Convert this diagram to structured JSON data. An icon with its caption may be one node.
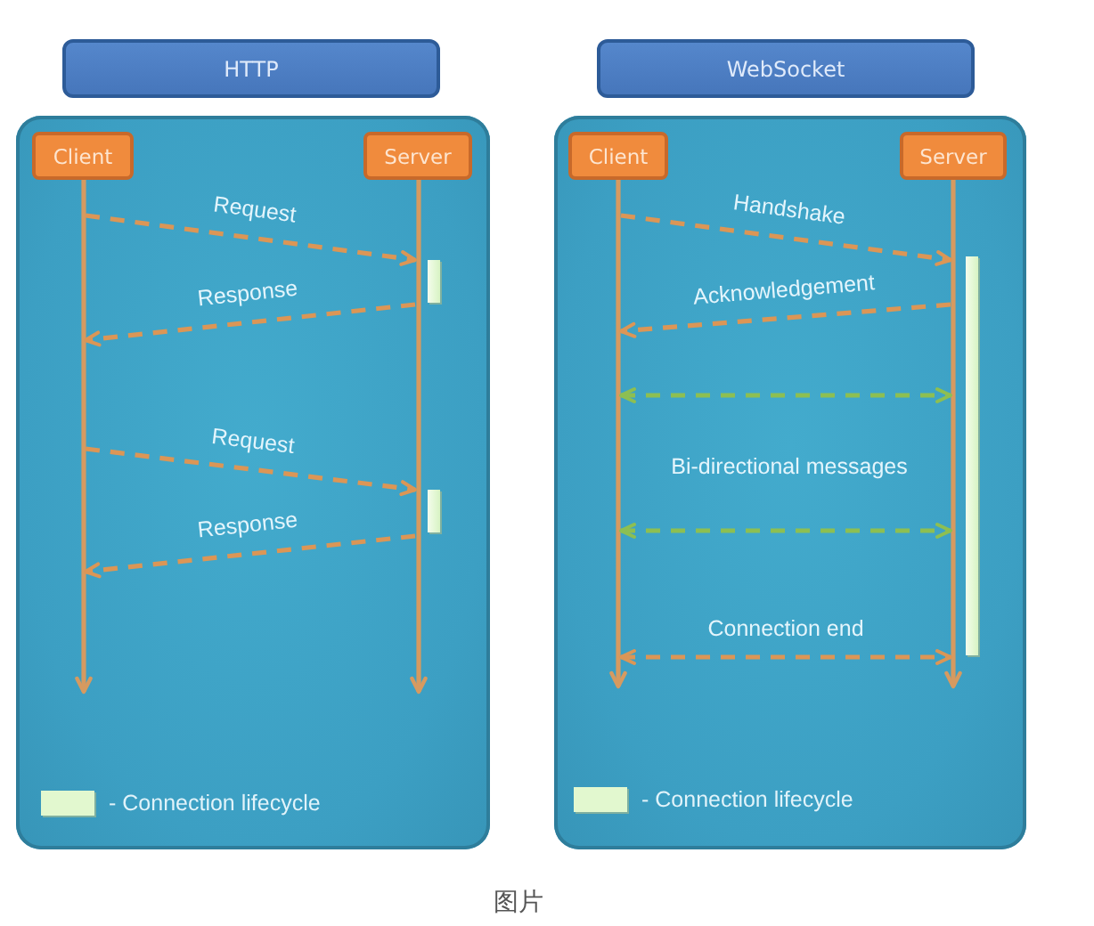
{
  "diagram": {
    "caption": "图片",
    "nodes": [
      {
        "text": [
          "HTTP"
        ]
      },
      {
        "text": [],
        "shape": "box"
      },
      {
        "text": [
          "Client"
        ],
        "in": 1
      },
      {
        "text": [
          "Server"
        ],
        "in": 1
      },
      {
        "text": [],
        "shape": "line",
        "in": 1
      },
      {
        "text": [],
        "shape": "line",
        "in": 1
      },
      {
        "text": [],
        "shape": "bar",
        "in": 1
      },
      {
        "text": [],
        "shape": "bar",
        "in": 1
      },
      {
        "text": [
          "WebSocket"
        ]
      },
      {
        "text": [],
        "shape": "box"
      },
      {
        "text": [
          "Client"
        ],
        "in": 9
      },
      {
        "text": [
          "Server"
        ],
        "in": 9
      },
      {
        "text": [],
        "shape": "line",
        "in": 9
      },
      {
        "text": [],
        "shape": "line",
        "in": 9
      },
      {
        "text": [],
        "shape": "bar",
        "in": 9
      }
    ],
    "edges": [
      {
        "from": 4,
        "to": 5,
        "label": "Request",
        "arrow": "to",
        "style": "dashed"
      },
      {
        "from": 5,
        "to": 4,
        "label": "Response",
        "arrow": "to",
        "style": "dashed"
      },
      {
        "from": 4,
        "to": 5,
        "label": "Request",
        "arrow": "to",
        "style": "dashed"
      },
      {
        "from": 5,
        "to": 4,
        "label": "Response",
        "arrow": "to",
        "style": "dashed"
      },
      {
        "from": 12,
        "to": 13,
        "label": "Handshake",
        "arrow": "to",
        "style": "dashed"
      },
      {
        "from": 13,
        "to": 12,
        "label": "Acknowledgement",
        "arrow": "to",
        "style": "dashed"
      },
      {
        "from": 12,
        "to": 13,
        "arrow": "both",
        "style": "dashed",
        "color": "#8dbf52"
      },
      {
        "from": 12,
        "to": 13,
        "arrow": "both",
        "style": "dashed",
        "color": "#8dbf52"
      },
      {
        "from": 12,
        "to": 13,
        "label": "Connection end",
        "arrow": "both",
        "style": "dashed"
      }
    ],
    "labels": [
      "Bi-directional messages"
    ],
    "legend": [
      {
        "text": "- Connection lifecycle",
        "color": "#e2f8cf"
      },
      {
        "text": "- Connection lifecycle",
        "color": "#e2f8cf"
      }
    ]
  }
}
